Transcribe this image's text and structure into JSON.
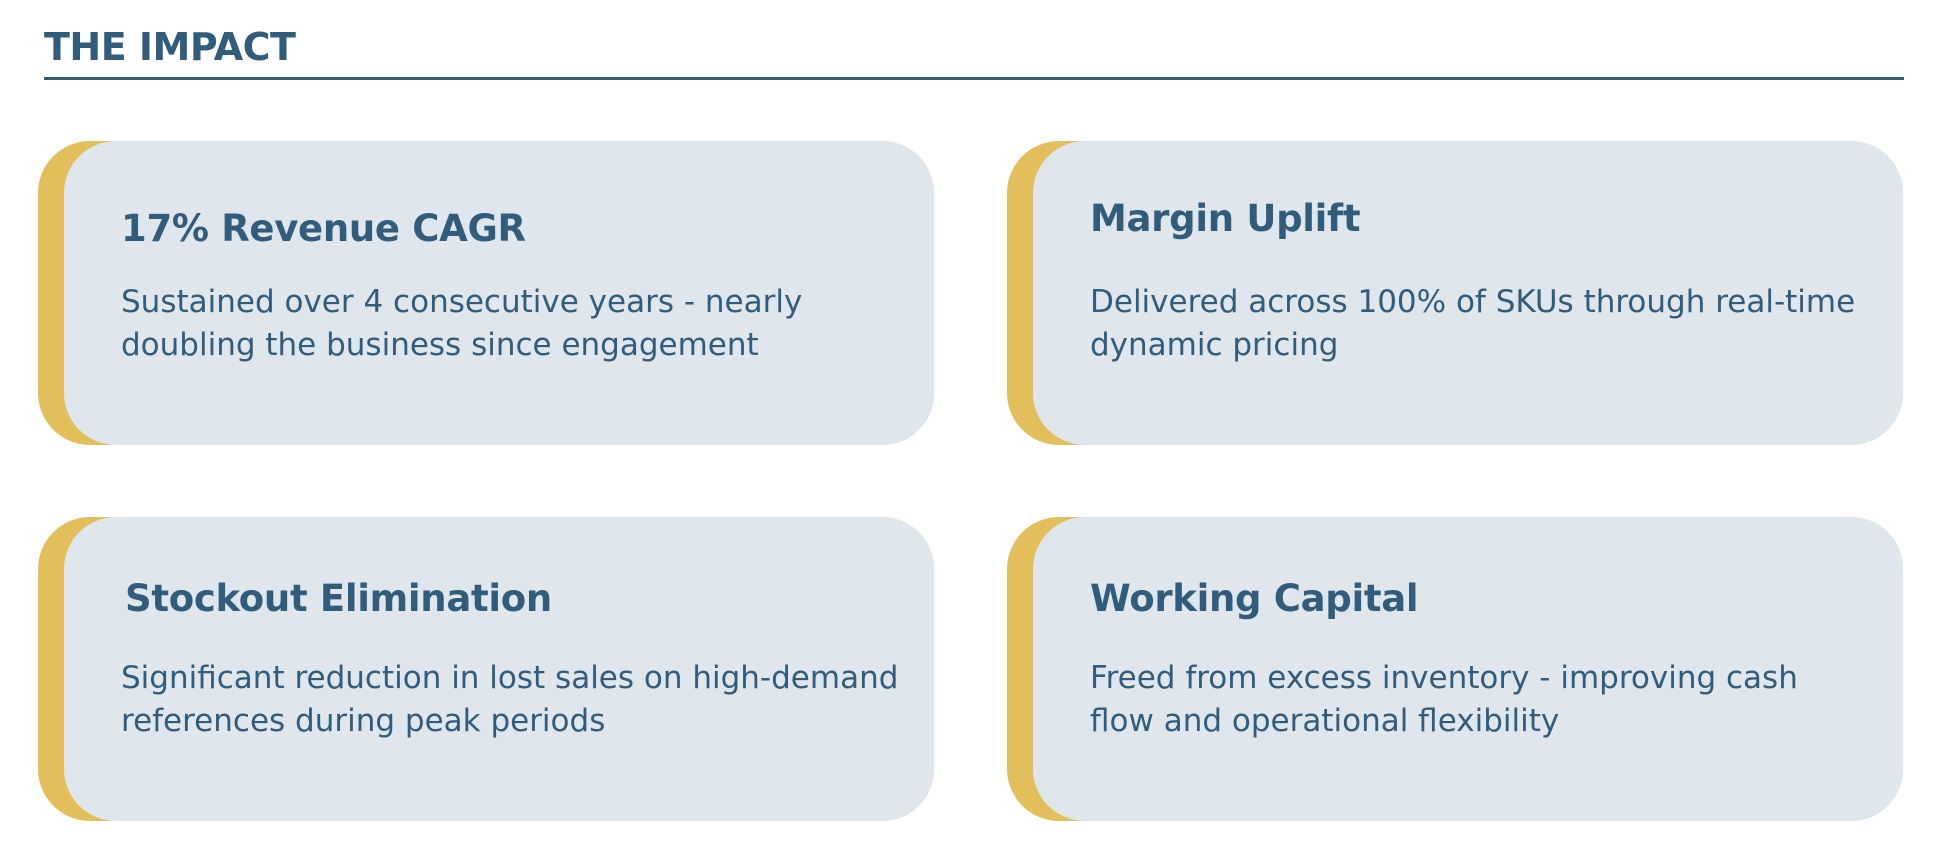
{
  "header": {
    "title": "THE IMPACT"
  },
  "colors": {
    "primary": "#325c7b",
    "accent": "#e3bf5b",
    "card_background": "#dfe7ec"
  },
  "cards": [
    {
      "title": "17% Revenue CAGR",
      "description": "Sustained over 4 consecutive years - nearly doubling the business since engagement"
    },
    {
      "title": "Margin Uplift",
      "description": "Delivered across 100% of SKUs through real-time dynamic pricing"
    },
    {
      "title": "Stockout Elimination",
      "description": "Significant reduction in lost sales on high-demand references during peak periods"
    },
    {
      "title": "Working Capital",
      "description": "Freed from excess inventory - improving cash flow and operational flexibility"
    }
  ]
}
